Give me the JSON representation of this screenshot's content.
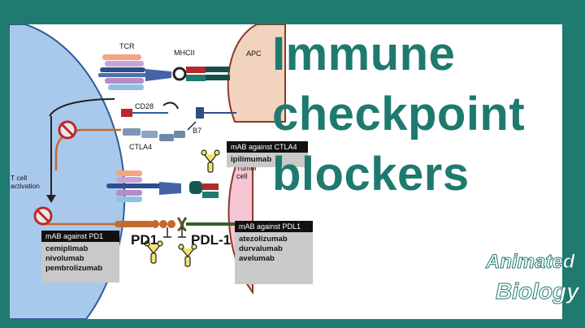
{
  "title_lines": [
    "Immune",
    "checkpoint",
    "blockers"
  ],
  "labels": {
    "tcr": "TCR",
    "mhcii": "MHCII",
    "apc": "APC",
    "cd28": "CD28",
    "b7": "B7",
    "ctla4": "CTLA4",
    "tumor_cell": "Tumor\ncell",
    "t_cell_activation": "T cell\nactivation",
    "pd1": "PD1",
    "pdl1": "PDL-1"
  },
  "antibody_boxes": {
    "ctla4": {
      "header": "mAB against CTLA4",
      "drugs": [
        "ipilimumab"
      ]
    },
    "pd1": {
      "header": "mAB against PD1",
      "drugs": [
        "cemiplimab",
        "nivolumab",
        "pembrolizumab"
      ]
    },
    "pdl1": {
      "header": "mAB against PDL1",
      "drugs": [
        "atezolizumab",
        "durvalumab",
        "avelumab"
      ]
    }
  },
  "logo": {
    "line1": "Animated",
    "line2": "Biology"
  },
  "colors": {
    "frame": "#1f7a6f",
    "title": "#1e7a6f",
    "t_cell": "#a9c9ec",
    "apc": "#f2d3bd",
    "tumor": "#f5c5d3"
  }
}
